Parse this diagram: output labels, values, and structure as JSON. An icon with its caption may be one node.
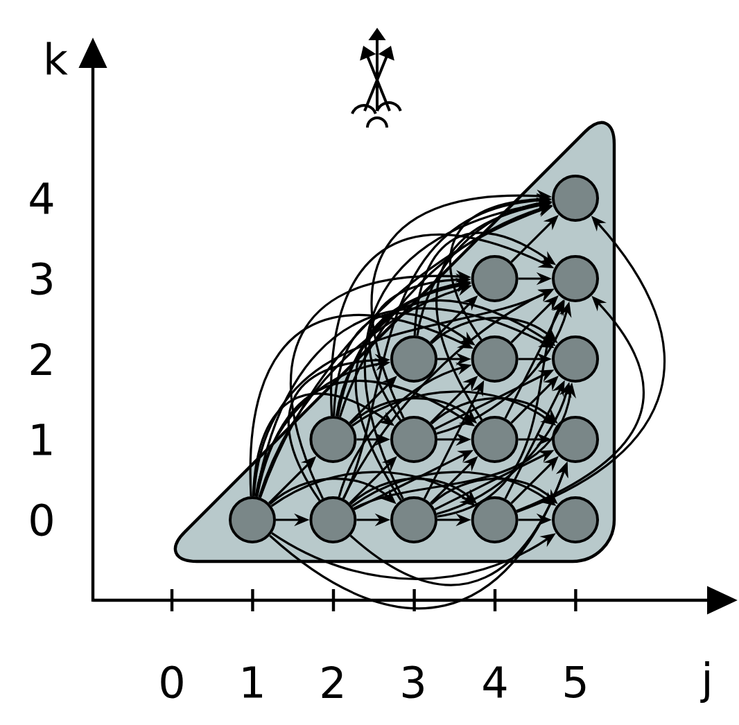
{
  "diagram": {
    "nodes": [
      {
        "text": [],
        "shape": "triangle"
      },
      {
        "text": [],
        "shape": "circle",
        "in": 0
      },
      {
        "text": [],
        "shape": "circle",
        "in": 0
      },
      {
        "text": [],
        "shape": "circle",
        "in": 0
      },
      {
        "text": [],
        "shape": "circle",
        "in": 0
      },
      {
        "text": [],
        "shape": "circle",
        "in": 0
      },
      {
        "text": [],
        "shape": "circle",
        "in": 0
      },
      {
        "text": [],
        "shape": "circle",
        "in": 0
      },
      {
        "text": [],
        "shape": "circle",
        "in": 0
      },
      {
        "text": [],
        "shape": "circle",
        "in": 0
      },
      {
        "text": [],
        "shape": "circle",
        "in": 0
      },
      {
        "text": [],
        "shape": "circle",
        "in": 0
      },
      {
        "text": [],
        "shape": "circle",
        "in": 0
      },
      {
        "text": [],
        "shape": "circle",
        "in": 0
      },
      {
        "text": [],
        "shape": "circle",
        "in": 0
      },
      {
        "text": [],
        "shape": "circle",
        "in": 0
      }
    ],
    "edges": [
      {
        "from": 1,
        "to": 2,
        "arrow": "to"
      },
      {
        "from": 1,
        "to": 3,
        "arrow": "to"
      },
      {
        "from": 1,
        "to": 4,
        "arrow": "to"
      },
      {
        "from": 1,
        "to": 5,
        "arrow": "to"
      },
      {
        "from": 1,
        "to": 6,
        "arrow": "to"
      },
      {
        "from": 1,
        "to": 7,
        "arrow": "to"
      },
      {
        "from": 1,
        "to": 8,
        "arrow": "to"
      },
      {
        "from": 1,
        "to": 9,
        "arrow": "to"
      },
      {
        "from": 1,
        "to": 10,
        "arrow": "to"
      },
      {
        "from": 1,
        "to": 11,
        "arrow": "to"
      },
      {
        "from": 1,
        "to": 12,
        "arrow": "to"
      },
      {
        "from": 1,
        "to": 13,
        "arrow": "to"
      },
      {
        "from": 1,
        "to": 14,
        "arrow": "to"
      },
      {
        "from": 1,
        "to": 15,
        "arrow": "to"
      },
      {
        "from": 2,
        "to": 4,
        "arrow": "to"
      },
      {
        "from": 2,
        "to": 5,
        "arrow": "to"
      },
      {
        "from": 2,
        "to": 6,
        "arrow": "to"
      },
      {
        "from": 2,
        "to": 7,
        "arrow": "to"
      },
      {
        "from": 2,
        "to": 8,
        "arrow": "to"
      },
      {
        "from": 2,
        "to": 9,
        "arrow": "to"
      },
      {
        "from": 2,
        "to": 10,
        "arrow": "to"
      },
      {
        "from": 2,
        "to": 11,
        "arrow": "to"
      },
      {
        "from": 2,
        "to": 12,
        "arrow": "to"
      },
      {
        "from": 2,
        "to": 13,
        "arrow": "to"
      },
      {
        "from": 2,
        "to": 14,
        "arrow": "to"
      },
      {
        "from": 2,
        "to": 15,
        "arrow": "to"
      },
      {
        "from": 3,
        "to": 5,
        "arrow": "to"
      },
      {
        "from": 3,
        "to": 6,
        "arrow": "to"
      },
      {
        "from": 3,
        "to": 8,
        "arrow": "to"
      },
      {
        "from": 3,
        "to": 9,
        "arrow": "to"
      },
      {
        "from": 3,
        "to": 10,
        "arrow": "to"
      },
      {
        "from": 3,
        "to": 12,
        "arrow": "to"
      },
      {
        "from": 3,
        "to": 13,
        "arrow": "to"
      },
      {
        "from": 3,
        "to": 14,
        "arrow": "to"
      },
      {
        "from": 3,
        "to": 15,
        "arrow": "to"
      },
      {
        "from": 4,
        "to": 7,
        "arrow": "to"
      },
      {
        "from": 4,
        "to": 8,
        "arrow": "to"
      },
      {
        "from": 4,
        "to": 9,
        "arrow": "to"
      },
      {
        "from": 4,
        "to": 10,
        "arrow": "to"
      },
      {
        "from": 4,
        "to": 11,
        "arrow": "to"
      },
      {
        "from": 4,
        "to": 12,
        "arrow": "to"
      },
      {
        "from": 4,
        "to": 13,
        "arrow": "to"
      },
      {
        "from": 4,
        "to": 14,
        "arrow": "to"
      },
      {
        "from": 4,
        "to": 15,
        "arrow": "to"
      },
      {
        "from": 5,
        "to": 8,
        "arrow": "to"
      },
      {
        "from": 5,
        "to": 9,
        "arrow": "to"
      },
      {
        "from": 5,
        "to": 10,
        "arrow": "to"
      },
      {
        "from": 5,
        "to": 12,
        "arrow": "to"
      },
      {
        "from": 5,
        "to": 13,
        "arrow": "to"
      },
      {
        "from": 5,
        "to": 14,
        "arrow": "to"
      },
      {
        "from": 5,
        "to": 15,
        "arrow": "to"
      },
      {
        "from": 6,
        "to": 9,
        "arrow": "to"
      },
      {
        "from": 6,
        "to": 10,
        "arrow": "to"
      },
      {
        "from": 6,
        "to": 13,
        "arrow": "to"
      },
      {
        "from": 6,
        "to": 14,
        "arrow": "to"
      },
      {
        "from": 6,
        "to": 15,
        "arrow": "to"
      },
      {
        "from": 7,
        "to": 11,
        "arrow": "to"
      },
      {
        "from": 7,
        "to": 12,
        "arrow": "to"
      },
      {
        "from": 7,
        "to": 13,
        "arrow": "to"
      },
      {
        "from": 7,
        "to": 14,
        "arrow": "to"
      },
      {
        "from": 7,
        "to": 15,
        "arrow": "to"
      },
      {
        "from": 8,
        "to": 12,
        "arrow": "to"
      },
      {
        "from": 8,
        "to": 13,
        "arrow": "to"
      },
      {
        "from": 8,
        "to": 14,
        "arrow": "to"
      },
      {
        "from": 8,
        "to": 15,
        "arrow": "to"
      },
      {
        "from": 9,
        "to": 13,
        "arrow": "to"
      },
      {
        "from": 9,
        "to": 14,
        "arrow": "to"
      },
      {
        "from": 9,
        "to": 15,
        "arrow": "to"
      },
      {
        "from": 10,
        "to": 14,
        "arrow": "to"
      },
      {
        "from": 10,
        "to": 15,
        "arrow": "to"
      }
    ],
    "labels": [
      "k",
      "4",
      "3",
      "2",
      "1",
      "0",
      "0",
      "1",
      "2",
      "3",
      "4",
      "5",
      "j"
    ]
  }
}
